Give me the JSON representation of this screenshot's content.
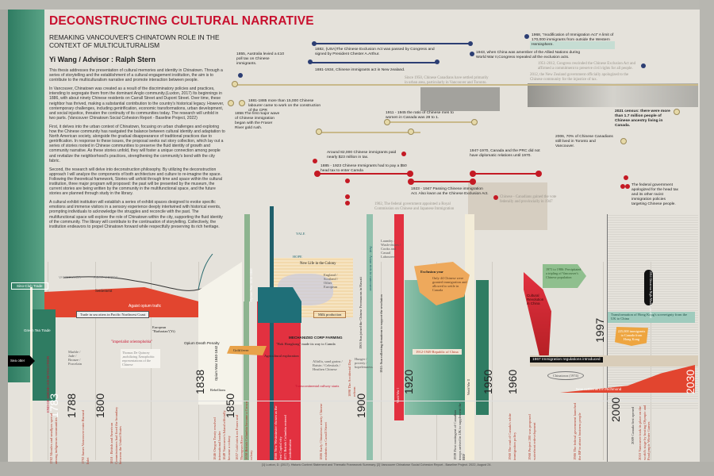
{
  "header": {
    "title": "DECONSTRUCTING CULTURAL NARRATIVE",
    "subtitle": "REMAKING VANCOUVER'S CHINATOWN ROLE IN THE CONTEXT OF MULTICULTURALISM",
    "author": "Yi Wang / Advisor : Ralph Stern"
  },
  "body": [
    "This thesis addresses the presentation of cultural memories and identity in Chinatown. Through a series of storytelling and the establishment of a cultural engagement institution, the aim is to contribute to the multiculturalism narrative and promote interaction between people.",
    "In Vancouver, Chinatown was created as a result of the discriminatory policies and practices, intending to segregate them from the dominant Anglo community.(Luxton, 2017) Its beginnings in 1886, with about ninety Chinese residents on Carrall Street and Dupont Street. Over time, these neighbor has thrived, making a substantial contribution to the country's historical legacy. However, contemporary challenges, including gentrification, economic transformations, urban development, and social injustice, threaten the continuity of its communities today. The research will unfold in two parts. (Vancouver Chinatown Social Cohesion Report - Baseline Project, 2022)",
    "First, it delves into the urban context of Chinatown, focusing on urban challenges and exploring how the Chinese community has navigated the balance between cultural identity and adaptation to North American society, alongside the gradual disappearance of traditional practices due to gentrification. In response to these issues, the proposal seeks out story collection, which lay out a series of stories rooted in Chinese communities to preserve the fluid identity of growth and community narrative. As these stories unfold, they will foster a unique connection among people and revitalize the neighborhood's practices, strengthening the community's bond with the city fabric.",
    "Second, the research will delve into deconstruction philosophy. By utilizing the deconstruction approach I will analyze the components of both architecture and culture to re-imagine the space. Following the theoretical framework, Stories will unfold through time and space within the cultural institution, three major program will proposed: the past will be presented by the museum, the current stories are being written by the community in the multifunctional space, and the future stories are planned through study in the library.",
    "A cultural exhibit institution will establish a series of exhibit spaces designed to evoke specific emotions and immerse visitors in a sensory experience deeply intertwined with historical events, prompting individuals to acknowledge the struggles and reconcile with the past. The multifunctional space will explore the role of Chinatown within the city, supporting the fluid identity of the community. The library will contribute to the continuation of storytelling. Collectively, the institution endeavors to propel Chinatown forward while respectfully preserving its rich heritage."
  ],
  "events": {
    "e1882": "1882, (USA)The Chinese Exclusion Act was passed by Congress and signed by President Chester A.Arthur.",
    "e1881nz": "1881-1934, Chinese immigrants act in New zealand.",
    "e1943": "1943, when China was amember of the Allied Nations during World War II,Congress repealed all the exclusion acts.",
    "e1968": "1968, \"modification of Immigration Act\" A limit of 170,000 immigrants from outside the Western Hemisphere.",
    "e1855": "1855, Australia levied a £10 poll tax on Chinese immigrants.",
    "e1881cpr": "1881-1885 more than 15,000 Chinese labourer came to work on the construction of the CPR",
    "e1858": "1858.The first major wave of Chinese immigration began with the Fraser River gold rush.",
    "e1911": "1911 - 1945 the ratio of Chinese men to women in Canada was 28 to 1.",
    "e82000": "Around 82,000 Chinese immigrants paid nearly $23 million in tax.",
    "e1885": "1885 - 1923 Chinese Immigrants had to pay a $50 head tax to enter Camda",
    "e1923": "1923 - 1947 Passing Chinese immigration Act. Also kwon as the Chinese Exclusion Act.",
    "e1947": "1947-1970, Canada and the PRC did not have diplomatic relations until 1970.",
    "e2006": "2006, 70% of Chinese Canadians still lived in Toronto and Vancouver.",
    "e2021": "2021 census: there were more than 1.7 million people of Chinese ancestry living in Canada.",
    "eapology": "The federal government apologized for the head tax and its other racist immigration policies targeting Chinese people.",
    "f1": "Since 1950, Chinese Canadians have settled primarily in urban area, particularly in Vancouver and Toronto.",
    "f2": "1951-2012, Congress rescinded the Chinese Exclusion Act and affirmed a commitment to preserve civil rights for all people.",
    "f3": "2012, the New Zealand government officially apologized to the Chinese community for the injustice of tax.",
    "f4": "1902, The federal government appointed a Royal Commission on Chinese and Japanese Immigration",
    "f5": "Chinese - Canadians gained the vote federally and provincially in 1947"
  },
  "map": {
    "vancouver": "VANCOUVER",
    "port_moody": "PORT MOODY",
    "settlement": "Settlement",
    "yale": "YALE",
    "hope": "HOPE",
    "new_life": "New Life in the Colony",
    "new_life_list": "England / Scotland / Other European",
    "sino_club": "Sino-Club Trade",
    "green_tea": "Green Tea Trade",
    "sea_otter": "Sea otter",
    "opium": "Agaist opium trafic",
    "trade_sea": "Trade in sea otters in Pacific Northwest Coast",
    "european": "European \"Barbarian\"(Yi)",
    "imperialist": "\"imperialist orientophobia\"",
    "de_quincey": "Thomas De Quincey ,mobilizing Xenophobic representations of the Chinese",
    "goods": "Marble / Jade / Bronze / Porcelain",
    "opium_penalty": "Opium Death Penalty",
    "gold_fever": "Gold fever",
    "corp_farming": "MECHANIZED CORP FARMING",
    "bok": "\"Bok Hongkong\" made its way to Camda",
    "agri": "Agricultural exploration",
    "agri_list": "Alfalfa, sand grains / Raisin / Celestials / Heathen Chinese",
    "milk": "Milk production",
    "railway": "Transcontinental railway starts",
    "exclusion_year": "Exclusion year",
    "exclusion_text": "Only 44 Chinese were granted immigration and allowed to settle in Canada",
    "laundry": "Laundry / Wash-dishes / Cooks and Casual Labourers",
    "republic": "1912-1949 Republic of China",
    "cultural_rev": "Cultural Revolution in China",
    "hk": "Transformation of Hong Kong's sovereignty from the UK to China",
    "hk_immig": "225,000 immigrants to Canada from Hong Kong",
    "immig1967": "1967 Immigration regulations introduced",
    "chinatown1974": "Chinatown (1974)",
    "richmond": "New settlement in Richmond",
    "sun": "1905 Sun joined the Chinese Freemasons in Hawaii",
    "sun2": "1911: Sun collecting donations to support the revolution",
    "anti": "Anti - Asian riots in vancouver",
    "ww1": "World War I",
    "ww2": "World War II",
    "opium_war": "Opium War 1856-1860",
    "opium_war1": "Opium War 1840-1842",
    "rebel": "Rebellions",
    "hangul": "Hunger / poverty / hopelessness",
    "pop1971": "1971 to 1986: Precipitated a tripling of Vancouver's Chinese population",
    "night": "2014 Chinatown Night Market cancelled",
    "amer_rev": "END OF AMERICAN REVOLUTION"
  },
  "years": [
    "1783",
    "1788",
    "1800",
    "1838",
    "1850",
    "1900",
    "1920",
    "1950",
    "1960",
    "1997",
    "2000",
    "2030"
  ],
  "notes": [
    "1782 Measles and smallpox spread among indigenous communities",
    "1792 James Vancouver enter Burrard Inlet",
    "1818 : British and American Commissioners had fixed the boundary between the United States",
    "1846 Oregon Treaty resolved international border",
    "1849 Vancouver's Island officially became a colony",
    "1857 Gold strick on Fraser and Thompson River",
    "1858 British Columbia became a Crown colony",
    "1866 New Westminster chosen as the first Capital city",
    "1871 British Columbia entered Confederation",
    "1886 Early Chinatown: ninety Chinese residents on Carrall Street",
    "1898 The Accidental Day reform",
    "1939 First contingent of Canadian troops arrived in UK to supplement the BEF",
    "1960 The end of Canada's white immigration policy",
    "1968 Project 200 was proposed waterfront redevelopment",
    "1986 The federal government launched the BP to attract business people",
    "2009 Canada first opened",
    "2010 Vancouver took its place on the world's stage by hosting Olympic and Paralympic Winter Games"
  ],
  "refs": "[1] Luxton, D. (2017). Historic Context Statement and Thematic Framework Summary. [2] Vancouver Chinatown Social Cohesion Report - Baseline Project. 2022, August 24.",
  "colors": {
    "red": "#c8102e",
    "green": "#2f7c62",
    "orange": "#e8a24a",
    "navy": "#2c3e73"
  }
}
